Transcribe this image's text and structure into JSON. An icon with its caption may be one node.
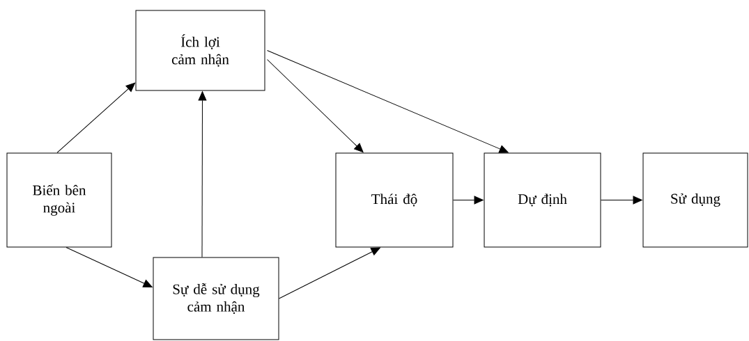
{
  "diagram": {
    "nodes": [
      {
        "text": [
          "Biến bên ngoài"
        ]
      },
      {
        "text": [
          "Ích lợi cảm nhận"
        ]
      },
      {
        "text": [
          "Sự dễ sử dụng cảm nhận"
        ]
      },
      {
        "text": [
          "Thái độ"
        ]
      },
      {
        "text": [
          "Dự định"
        ]
      },
      {
        "text": [
          "Sử dụng"
        ]
      }
    ],
    "edges": [
      {
        "from": 0,
        "to": 1,
        "arrow": "to"
      },
      {
        "from": 0,
        "to": 2,
        "arrow": "to"
      },
      {
        "from": 2,
        "to": 1,
        "arrow": "to"
      },
      {
        "from": 2,
        "to": 3,
        "arrow": "to"
      },
      {
        "from": 1,
        "to": 3,
        "arrow": "to"
      },
      {
        "from": 1,
        "to": 4,
        "arrow": "to"
      },
      {
        "from": 3,
        "to": 4,
        "arrow": "to"
      },
      {
        "from": 4,
        "to": 5,
        "arrow": "to"
      }
    ]
  }
}
